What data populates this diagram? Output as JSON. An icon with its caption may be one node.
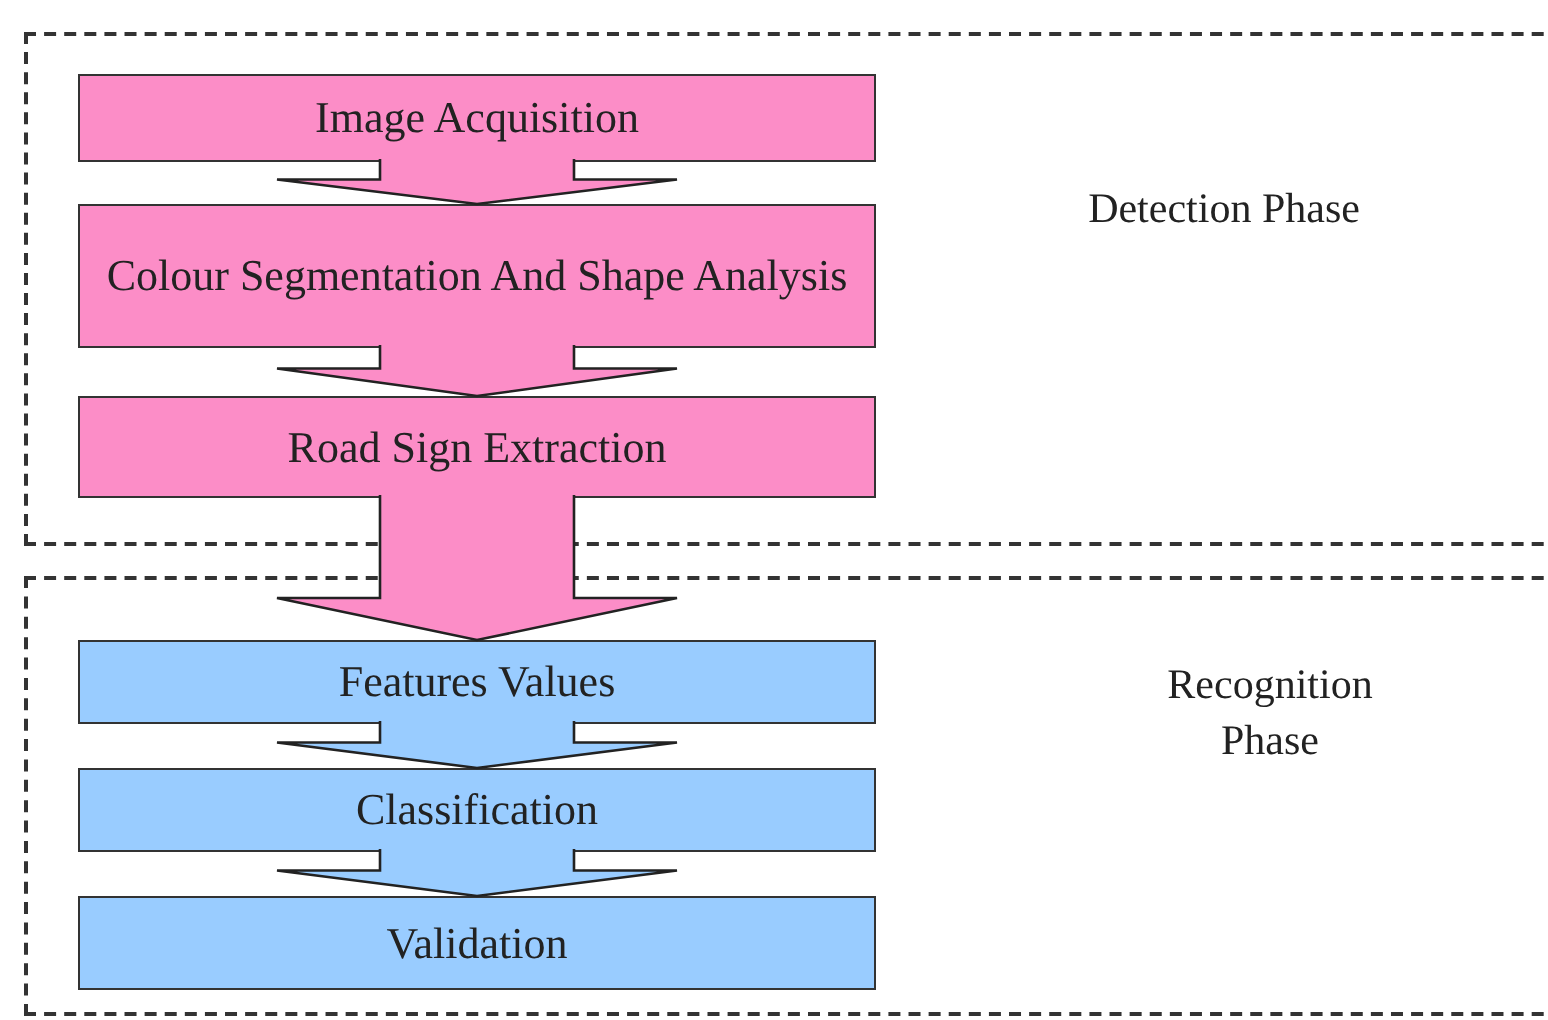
{
  "diagram": {
    "nodes": [
      {
        "text": [
          "Detection Phase"
        ]
      },
      {
        "text": [
          "Image Acquisition"
        ],
        "in": 0
      },
      {
        "text": [
          "Colour Segmentation And Shape Analysis"
        ],
        "in": 0
      },
      {
        "text": [
          "Road Sign Extraction"
        ],
        "in": 0
      },
      {
        "text": [
          "Recognition Phase"
        ]
      },
      {
        "text": [
          "Features Values"
        ],
        "in": 4
      },
      {
        "text": [
          "Classification"
        ],
        "in": 4
      },
      {
        "text": [
          "Validation"
        ],
        "in": 4
      }
    ],
    "edges": [
      {
        "from": 1,
        "to": 2,
        "arrow": "to"
      },
      {
        "from": 2,
        "to": 3,
        "arrow": "to"
      },
      {
        "from": 3,
        "to": 5,
        "arrow": "to"
      },
      {
        "from": 5,
        "to": 6,
        "arrow": "to",
        "color": "#99ccff"
      },
      {
        "from": 6,
        "to": 7,
        "arrow": "to",
        "color": "#99ccff"
      }
    ]
  }
}
